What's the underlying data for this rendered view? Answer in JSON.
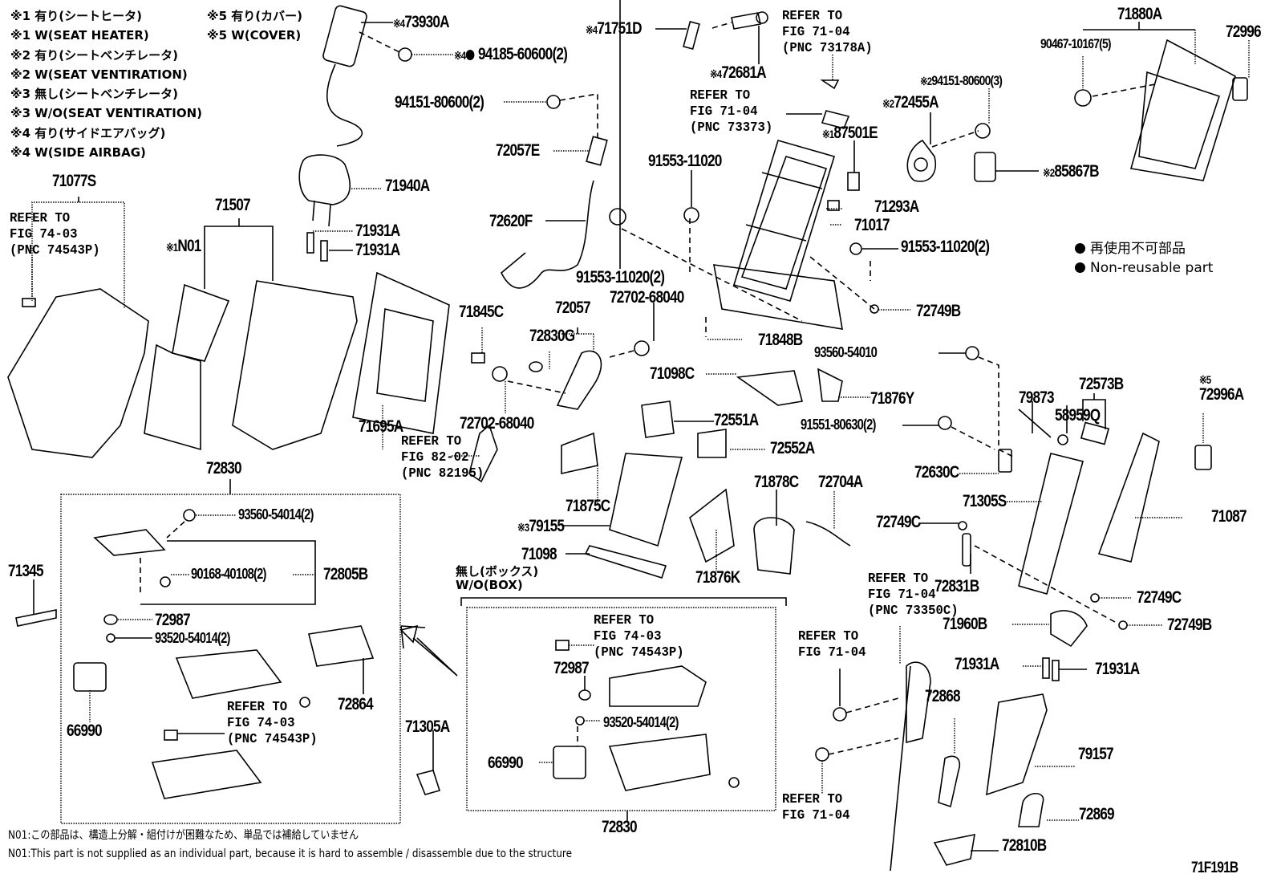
{
  "diagram_id": "71F191B",
  "legend_top_left": {
    "col1": [
      "※1 有り(シートヒータ)",
      "※1 W(SEAT HEATER)",
      "※2 有り(シートベンチレータ)",
      "※2 W(SEAT VENTIRATION)",
      "※3 無し(シートベンチレータ)",
      "※3 W/O(SEAT VENTIRATION)",
      "※4 有り(サイドエアバッグ)",
      "※4 W(SIDE AIRBAG)"
    ],
    "col2": [
      "※5 有り(カバー)",
      "※5 W(COVER)"
    ]
  },
  "legend_right": {
    "jp": "再使用不可部品",
    "en": "Non-reusable part"
  },
  "box_label": {
    "jp": "無し(ボックス)",
    "en": "W/O(BOX)"
  },
  "notes": {
    "jp": "N01:この部品は、構造上分解・組付けが困難なため、単品では補給していません",
    "en": "N01:This part is not supplied as an individual part, because it is hard to assemble / disassemble due to the structure"
  },
  "parts": {
    "p73930A": {
      "mark": "※4",
      "num": "73930A"
    },
    "p94185": {
      "mark": "※4",
      "nonreusable": true,
      "num": "94185-60600(2)"
    },
    "p71751D": {
      "mark": "※4",
      "num": "71751D"
    },
    "p72681A": {
      "mark": "※4",
      "num": "72681A"
    },
    "p94151a": {
      "num": "94151-80600(2)"
    },
    "p72057E": {
      "num": "72057E"
    },
    "p72620F": {
      "num": "72620F"
    },
    "p91553a": {
      "num": "91553-11020"
    },
    "p91553b": {
      "num": "91553-11020(2)"
    },
    "p91553c": {
      "num": "91553-11020(2)"
    },
    "p72702a": {
      "num": "72702-68040"
    },
    "p72702b": {
      "num": "72702-68040"
    },
    "p72057": {
      "num": "72057"
    },
    "p72830G": {
      "num": "72830G"
    },
    "p71845C": {
      "num": "71845C"
    },
    "p71848B": {
      "num": "71848B"
    },
    "p71098C": {
      "num": "71098C"
    },
    "p71876Y": {
      "num": "71876Y"
    },
    "p72551A": {
      "num": "72551A"
    },
    "p72552A": {
      "num": "72552A"
    },
    "p71875C": {
      "num": "71875C"
    },
    "p79155": {
      "mark": "※3",
      "num": "79155"
    },
    "p71098": {
      "num": "71098"
    },
    "p71876K": {
      "num": "71876K"
    },
    "p71878C": {
      "num": "71878C"
    },
    "p72704A": {
      "num": "72704A"
    },
    "p87501E": {
      "mark": "※1",
      "num": "87501E"
    },
    "p71293A": {
      "num": "71293A"
    },
    "p71017": {
      "num": "71017"
    },
    "p72749B_top": {
      "num": "72749B"
    },
    "p72455A": {
      "mark": "※2",
      "num": "72455A"
    },
    "p94151b": {
      "mark": "※2",
      "num": "94151-80600(3)"
    },
    "p85867B": {
      "mark": "※2",
      "num": "85867B"
    },
    "p71880A": {
      "num": "71880A"
    },
    "p90467": {
      "num": "90467-10167(5)"
    },
    "p72996": {
      "num": "72996"
    },
    "p71077S": {
      "num": "71077S"
    },
    "p71507": {
      "num": "71507"
    },
    "pN01": {
      "mark": "※1",
      "num": "N01"
    },
    "p71940A": {
      "num": "71940A"
    },
    "p71931A_1": {
      "num": "71931A"
    },
    "p71931A_2": {
      "num": "71931A"
    },
    "p71695A": {
      "num": "71695A"
    },
    "p93560_54010": {
      "num": "93560-54010"
    },
    "p91551": {
      "num": "91551-80630(2)"
    },
    "p79873": {
      "num": "79873"
    },
    "p72573B": {
      "num": "72573B"
    },
    "p58959Q": {
      "num": "58959Q"
    },
    "p72996A": {
      "mark": "※5",
      "num": "72996A"
    },
    "p72630C": {
      "num": "72630C"
    },
    "p71305S": {
      "num": "71305S"
    },
    "p71087": {
      "num": "71087"
    },
    "p72749C_1": {
      "num": "72749C"
    },
    "p72831B": {
      "num": "72831B"
    },
    "p72749C_2": {
      "num": "72749C"
    },
    "p71960B": {
      "num": "71960B"
    },
    "p72749B_2": {
      "num": "72749B"
    },
    "p71931A_3": {
      "num": "71931A"
    },
    "p71931A_4": {
      "num": "71931A"
    },
    "p72868": {
      "num": "72868"
    },
    "p79157": {
      "num": "79157"
    },
    "p72869": {
      "num": "72869"
    },
    "p72810B": {
      "num": "72810B"
    },
    "p72830_top": {
      "num": "72830"
    },
    "p93560_54014": {
      "num": "93560-54014(2)"
    },
    "p90168": {
      "num": "90168-40108(2)"
    },
    "p72805B": {
      "num": "72805B"
    },
    "p72987_a": {
      "num": "72987"
    },
    "p93520_a": {
      "num": "93520-54014(2)"
    },
    "p66990_a": {
      "num": "66990"
    },
    "p72864": {
      "num": "72864"
    },
    "p71345": {
      "num": "71345"
    },
    "p71305A": {
      "num": "71305A"
    },
    "p72987_b": {
      "num": "72987"
    },
    "p93520_b": {
      "num": "93520-54014(2)"
    },
    "p66990_b": {
      "num": "66990"
    },
    "p72830_bottom": {
      "num": "72830"
    }
  },
  "refs": {
    "r73178A": "REFER TO\nFIG 71-04\n(PNC 73178A)",
    "r73373": "REFER TO\nFIG 71-04\n(PNC 73373)",
    "r74543P_left": "REFER TO\nFIG 74-03\n(PNC 74543P)",
    "r82195": "REFER TO\nFIG 82-02\n(PNC 82195)",
    "r73350C": "REFER TO\nFIG 71-04\n(PNC 73350C)",
    "r7104_a": "REFER TO\nFIG 71-04",
    "r7104_b": "REFER TO\nFIG 71-04",
    "r74543P_box": "REFER TO\nFIG 74-03\n(PNC 74543P)",
    "r74543P_box2": "REFER TO\nFIG 74-03\n(PNC 74543P)"
  }
}
